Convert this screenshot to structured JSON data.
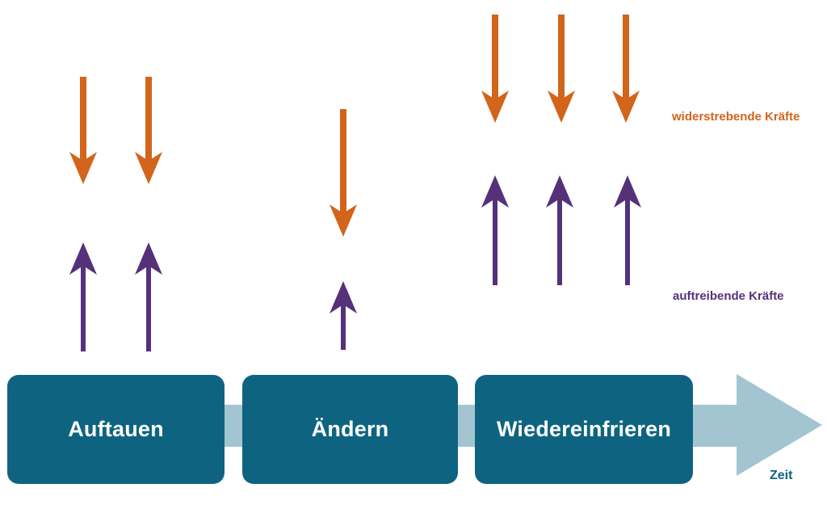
{
  "diagram_type": "lewin-change-model",
  "colors": {
    "opposing_force": "#D2641C",
    "driving_force": "#55317A",
    "phase_box": "#0E6480",
    "phase_text": "#FFFFFF",
    "timeline": "#A3C5D2",
    "background": "#FFFFFF"
  },
  "labels": {
    "opposing_forces": "widerstrebende Kräfte",
    "driving_forces": "auftreibende Kräfte",
    "time_axis": "Zeit"
  },
  "phases": [
    {
      "label": "Auftauen",
      "opposing_arrows": 2,
      "driving_arrows": 2
    },
    {
      "label": "Ändern",
      "opposing_arrows": 1,
      "driving_arrows": 1
    },
    {
      "label": "Wiedereinfrieren",
      "opposing_arrows": 3,
      "driving_arrows": 3
    }
  ]
}
